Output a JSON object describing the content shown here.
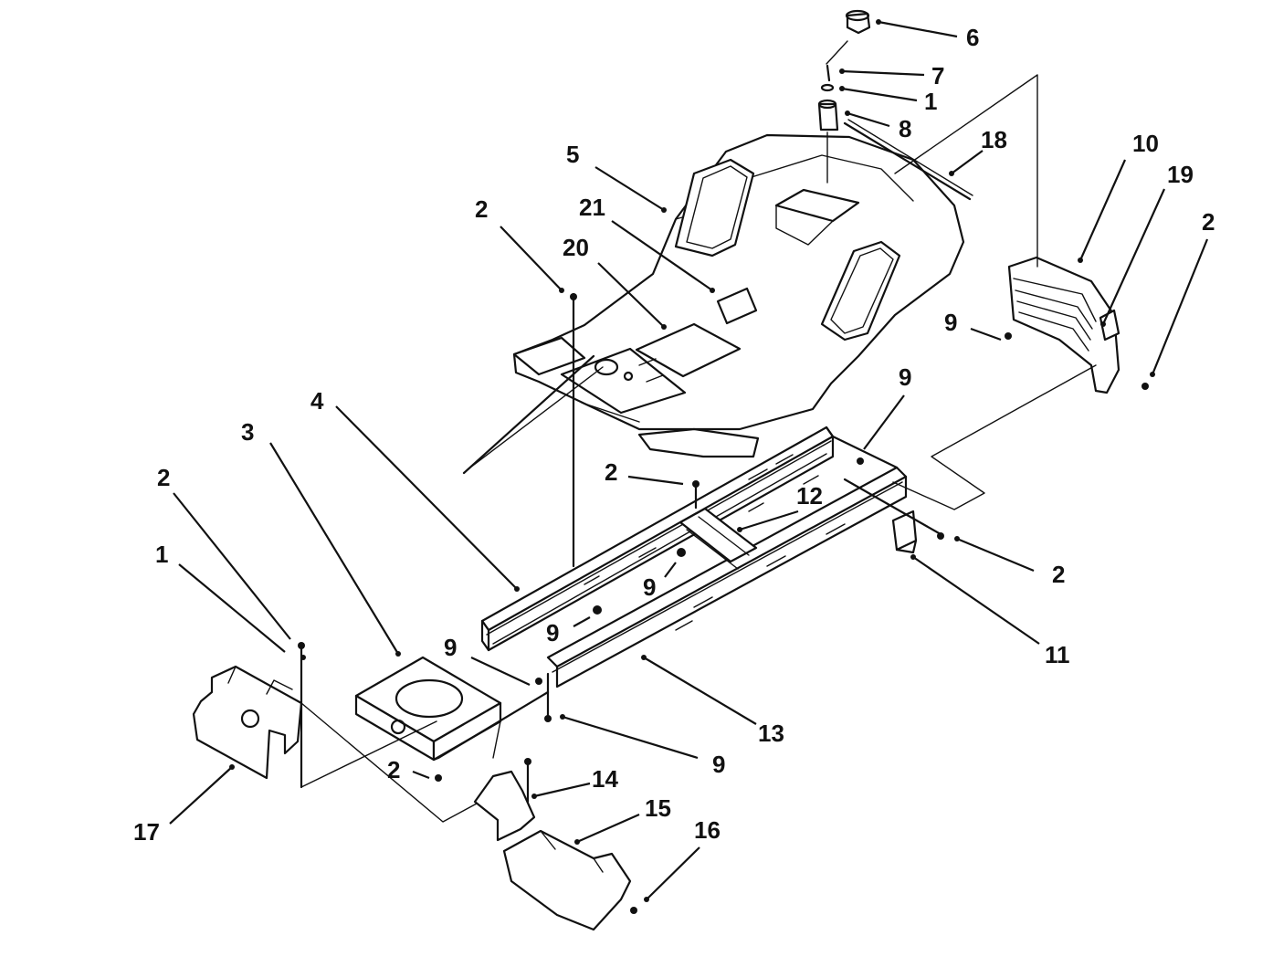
{
  "callouts": [
    {
      "id": "c-6",
      "label": "6"
    },
    {
      "id": "c-7",
      "label": "7"
    },
    {
      "id": "c-1a",
      "label": "1"
    },
    {
      "id": "c-8",
      "label": "8"
    },
    {
      "id": "c-18",
      "label": "18"
    },
    {
      "id": "c-5",
      "label": "5"
    },
    {
      "id": "c-10",
      "label": "10"
    },
    {
      "id": "c-19",
      "label": "19"
    },
    {
      "id": "c-2a",
      "label": "2"
    },
    {
      "id": "c-21",
      "label": "21"
    },
    {
      "id": "c-2b",
      "label": "2"
    },
    {
      "id": "c-20",
      "label": "20"
    },
    {
      "id": "c-9a",
      "label": "9"
    },
    {
      "id": "c-9b",
      "label": "9"
    },
    {
      "id": "c-4",
      "label": "4"
    },
    {
      "id": "c-3",
      "label": "3"
    },
    {
      "id": "c-2c",
      "label": "2"
    },
    {
      "id": "c-12",
      "label": "12"
    },
    {
      "id": "c-2d",
      "label": "2"
    },
    {
      "id": "c-1b",
      "label": "1"
    },
    {
      "id": "c-9c",
      "label": "9"
    },
    {
      "id": "c-9d",
      "label": "9"
    },
    {
      "id": "c-11",
      "label": "11"
    },
    {
      "id": "c-9e",
      "label": "9"
    },
    {
      "id": "c-2e",
      "label": "2"
    },
    {
      "id": "c-13",
      "label": "13"
    },
    {
      "id": "c-9f",
      "label": "9"
    },
    {
      "id": "c-2f",
      "label": "2"
    },
    {
      "id": "c-14",
      "label": "14"
    },
    {
      "id": "c-15",
      "label": "15"
    },
    {
      "id": "c-16",
      "label": "16"
    },
    {
      "id": "c-17",
      "label": "17"
    }
  ]
}
